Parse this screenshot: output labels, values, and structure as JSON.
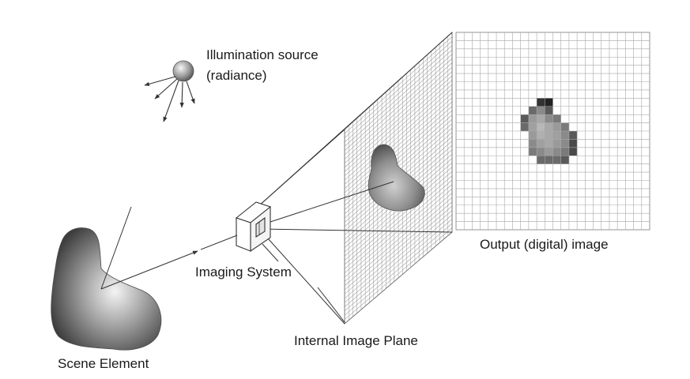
{
  "labels": {
    "illumination_line1": "Illumination source",
    "illumination_line2": "(radiance)",
    "output_image": "Output (digital) image",
    "imaging_system": "Imaging System",
    "internal_image_plane": "Internal Image Plane",
    "scene_element": "Scene Element"
  },
  "grids": {
    "output_image": {
      "columns": 24,
      "rows": 24
    },
    "internal_image_plane": {
      "columns": 26,
      "rows": 46
    }
  },
  "colors": {
    "line": "#3a3a3a",
    "grid": "#9a9a9a",
    "text": "#1a1a1a"
  }
}
